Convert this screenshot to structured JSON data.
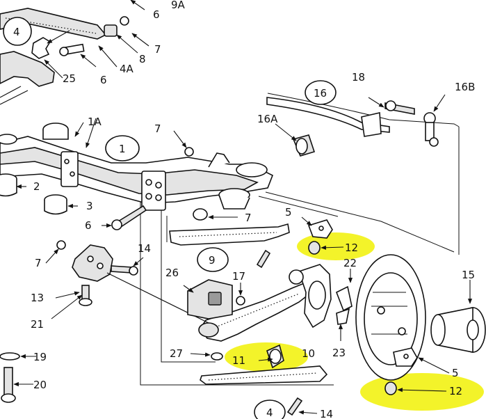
{
  "diagram": {
    "highlight_color": "#f3f32a",
    "labels": {
      "l9a": "9A",
      "l6a": "6",
      "l7a": "7",
      "l4a": "4",
      "l8": "8",
      "l4A": "4A",
      "l6b": "6",
      "l25": "25",
      "l1A": "1A",
      "l7b": "7",
      "l1": "1",
      "l18": "18",
      "l16": "16",
      "l16B": "16B",
      "l16A": "16A",
      "l2": "2",
      "l3": "3",
      "l6c": "6",
      "l7c": "7",
      "l5a": "5",
      "l12a": "12",
      "l7d": "7",
      "l14a": "14",
      "l9": "9",
      "l22": "22",
      "l15": "15",
      "l26": "26",
      "l17": "17",
      "l13": "13",
      "l21": "21",
      "l10": "10",
      "l19": "19",
      "l27": "27",
      "l11": "11",
      "l23": "23",
      "l20": "20",
      "l5b": "5",
      "l12b": "12",
      "l4b": "4",
      "l14b": "14"
    }
  }
}
